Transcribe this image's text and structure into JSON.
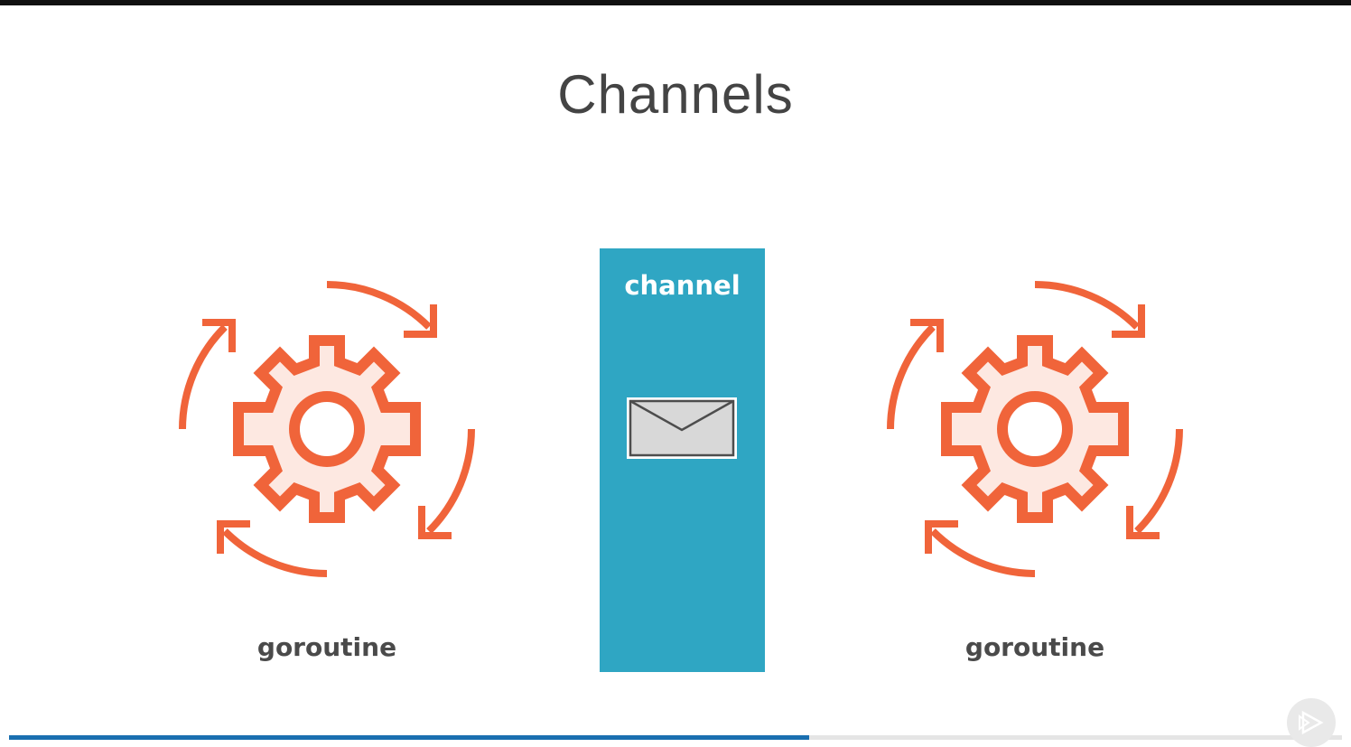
{
  "slide": {
    "title": "Channels",
    "left_label": "goroutine",
    "right_label": "goroutine",
    "channel_label": "channel"
  },
  "icons": {
    "left": "gear-with-circular-arrows-icon",
    "right": "gear-with-circular-arrows-icon",
    "message": "envelope-icon",
    "player": "play-logo-icon"
  },
  "colors": {
    "accent_orange": "#f0643a",
    "gear_fill": "#fde8e1",
    "channel_blue": "#2fa6c3",
    "progress_blue": "#1a6fb0",
    "text_gray": "#444444"
  },
  "player": {
    "progress": 0.6
  }
}
